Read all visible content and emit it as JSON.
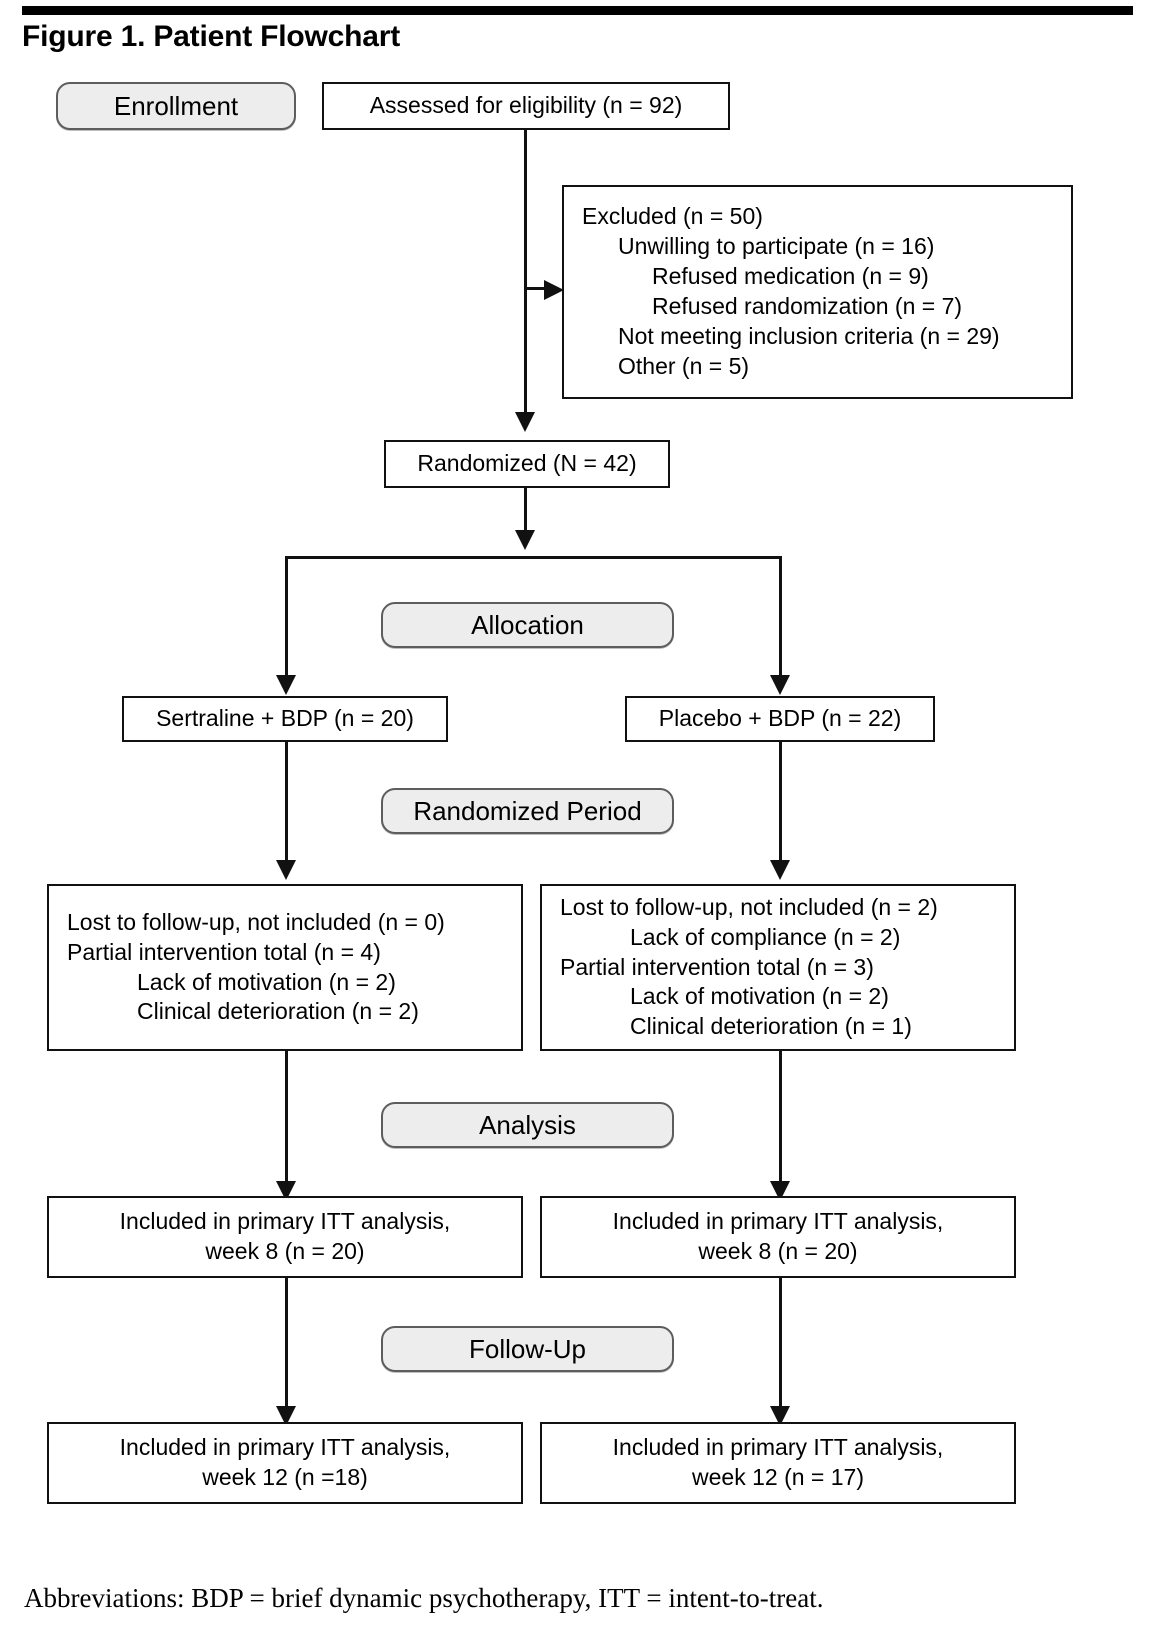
{
  "figure": {
    "title": "Figure 1. Patient Flowchart",
    "footer": "Abbreviations: BDP = brief dynamic psychotherapy, ITT = intent-to-treat."
  },
  "stages": {
    "enrollment": "Enrollment",
    "allocation": "Allocation",
    "randomized_period": "Randomized Period",
    "analysis": "Analysis",
    "follow_up": "Follow-Up"
  },
  "nodes": {
    "assessed": "Assessed for eligibility (n = 92)",
    "excluded": {
      "l0": "Excluded (n = 50)",
      "l1": "Unwilling to participate (n = 16)",
      "l2a": "Refused medication (n = 9)",
      "l2b": "Refused randomization (n = 7)",
      "l1b": "Not meeting inclusion criteria (n = 29)",
      "l1c": "Other (n = 5)"
    },
    "randomized": "Randomized (N = 42)",
    "arm_left": "Sertraline + BDP (n = 20)",
    "arm_right": "Placebo + BDP (n = 22)",
    "period_left": {
      "l1": "Lost to follow-up, not included (n = 0)",
      "l2": "Partial intervention total (n = 4)",
      "l3": "Lack of motivation (n = 2)",
      "l4": "Clinical deterioration (n = 2)"
    },
    "period_right": {
      "l1": "Lost to follow-up, not included (n = 2)",
      "l2": "Lack of compliance (n = 2)",
      "l3": "Partial intervention total (n = 3)",
      "l4": "Lack of motivation (n = 2)",
      "l5": "Clinical deterioration (n = 1)"
    },
    "itt8_left": {
      "line1": "Included in primary ITT analysis,",
      "line2": "week 8 (n = 20)"
    },
    "itt8_right": {
      "line1": "Included in primary ITT analysis,",
      "line2": "week 8 (n = 20)"
    },
    "itt12_left": {
      "line1": "Included in primary ITT analysis,",
      "line2": "week 12 (n =18)"
    },
    "itt12_right": {
      "line1": "Included in primary ITT analysis,",
      "line2": "week 12 (n = 17)"
    }
  },
  "chart_data": {
    "type": "diagram",
    "title": "Figure 1. Patient Flowchart",
    "diagram_kind": "CONSORT participant flow",
    "stages": [
      "Enrollment",
      "Allocation",
      "Randomized Period",
      "Analysis",
      "Follow-Up"
    ],
    "counts": {
      "assessed_for_eligibility": 92,
      "excluded_total": 50,
      "excluded_unwilling_to_participate": 16,
      "excluded_refused_medication": 9,
      "excluded_refused_randomization": 7,
      "excluded_not_meeting_inclusion_criteria": 29,
      "excluded_other": 5,
      "randomized_total": 42,
      "sertraline_bdp_allocated": 20,
      "placebo_bdp_allocated": 22,
      "sertraline_lost_to_followup": 0,
      "sertraline_partial_intervention_total": 4,
      "sertraline_lack_of_motivation": 2,
      "sertraline_clinical_deterioration": 2,
      "placebo_lost_to_followup": 2,
      "placebo_lack_of_compliance": 2,
      "placebo_partial_intervention_total": 3,
      "placebo_lack_of_motivation": 2,
      "placebo_clinical_deterioration": 1,
      "sertraline_itt_week8": 20,
      "placebo_itt_week8": 20,
      "sertraline_itt_week12": 18,
      "placebo_itt_week12": 17
    }
  }
}
